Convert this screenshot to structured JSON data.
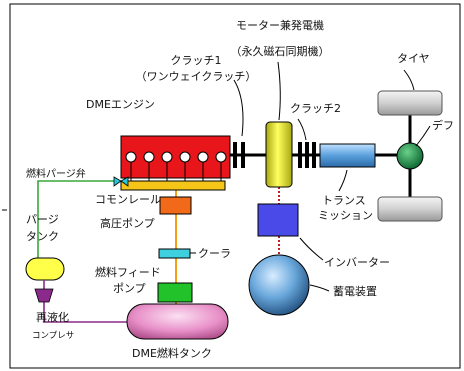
{
  "labels": {
    "motor_generator_line1": "モーター兼発電機",
    "motor_generator_line2": "（永久磁石同期機）",
    "clutch1_line1": "クラッチ1",
    "clutch1_line2": "（ワンウェイクラッチ）",
    "tire": "タイヤ",
    "dme_engine": "DMEエンジン",
    "clutch2": "クラッチ2",
    "diff": "デフ",
    "fuel_purge_valve": "燃料パージ弁",
    "common_rail": "コモンレール",
    "high_pressure_pump": "高圧ポンプ",
    "purge_tank_line1": "パージ",
    "purge_tank_line2": "タンク",
    "transmission_line1": "トランス",
    "transmission_line2": "ミッション",
    "cooler": "クーラ",
    "fuel_feed_pump_line1": "燃料フィード",
    "fuel_feed_pump_line2": "ポンプ",
    "inverter": "インバーター",
    "battery": "蓄電装置",
    "reliquefaction_line1": "再液化",
    "reliquefaction_line2": "コンプレサ",
    "dme_fuel_tank": "DME燃料タンク"
  },
  "colors": {
    "engine": "#e8161a",
    "common_rail": "#f5c518",
    "high_pressure_pump": "#f06a1a",
    "cooler": "#3fd0e0",
    "feed_pump": "#22c22a",
    "fuel_tank": "#e890c8",
    "purge_tank": "#ffff4a",
    "motor": "#e6e61e",
    "inverter": "#4a4ae8",
    "battery": "#6aa8dc",
    "transmission": "#5aa0dc",
    "diff": "#1a8a4a",
    "tire": "#d6d6d6",
    "orange_line": "#f0a010",
    "green_line": "#38a838",
    "purple_line": "#8a2a8a",
    "red_dotted": "#c02020"
  }
}
